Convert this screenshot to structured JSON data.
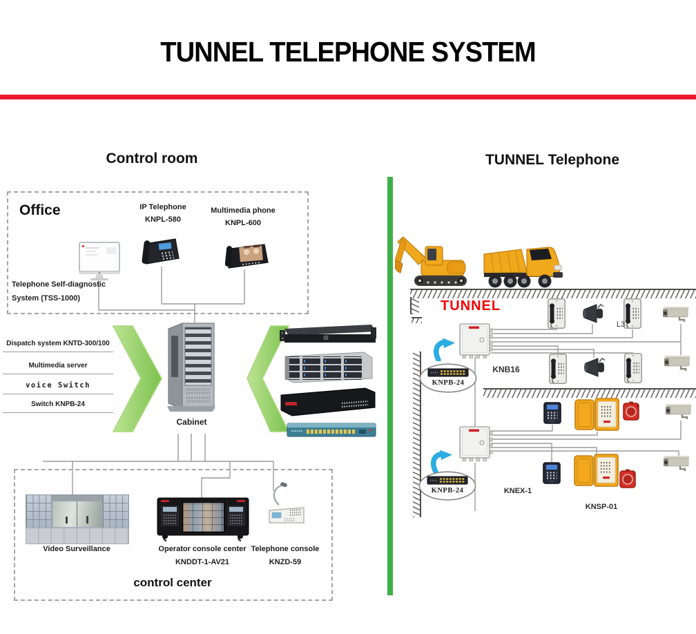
{
  "title": "TUNNEL TELEPHONE SYSTEM",
  "left": {
    "header": "Control room",
    "office": {
      "label": "Office",
      "ip_phone": {
        "name": "IP Telephone",
        "model": "KNPL-580"
      },
      "mm_phone": {
        "name": "Multimedia phone",
        "model": "KNPL-600"
      },
      "tss": {
        "line1": "Telephone Self-diagnostic",
        "line2": "System (TSS-1000)"
      }
    },
    "rack_labels": [
      {
        "text": "Dispatch system KNTD-300/100"
      },
      {
        "text": "Multimedia server"
      },
      {
        "text": "voice Switch"
      },
      {
        "text": "Switch KNPB-24"
      }
    ],
    "cabinet_label": "Cabinet",
    "control_center": {
      "video_label": "Video Surveillance",
      "operator_label": "Operator console center",
      "operator_model": "KNDDT-1-AV21",
      "telephone_label": "Telephone console",
      "telephone_model": "KNZD-59",
      "title": "control center"
    }
  },
  "right": {
    "header": "TUNNEL Telephone",
    "tunnel_label": "TUNNEL",
    "labels": {
      "l3": "L3",
      "knb16": "KNB16",
      "knpb24_upper": "KNPB-24",
      "knpb24_lower": "KNPB-24",
      "knex1": "KNEX-1",
      "knsp01": "KNSP-01"
    }
  },
  "colors": {
    "accent_red_line": "#ea1b2d",
    "divider_green": "#3daf49",
    "chevron_green": "#8cc659",
    "tunnel_text_red": "#f40000",
    "vehicle_yellow": "#f0a81c",
    "arrow_blue": "#2bace3",
    "connector_gray": "#9a9a9a"
  },
  "icons": {
    "imac-monitor-icon": "desktop computer pictogram",
    "ip-phone-icon": "desk IP phone pictogram",
    "multimedia-phone-icon": "video phone pictogram",
    "server-cabinet-icon": "rack cabinet pictogram",
    "rack-server-icon": "1U/3U rack server pictograms",
    "network-switch-icon": "24-port switch pictogram",
    "video-wall-icon": "CCTV monitor wall pictogram",
    "operator-console-icon": "dispatch console pictogram",
    "telephone-console-icon": "gooseneck mic console pictogram",
    "excavator-icon": "yellow excavator pictogram",
    "dump-truck-icon": "yellow dump truck pictogram",
    "wall-telephone-icon": "weatherproof wall telephone pictogram",
    "horn-speaker-icon": "horn loudspeaker pictogram",
    "cctv-camera-icon": "bullet camera pictogram",
    "junction-box-icon": "wall junction box pictogram",
    "blue-arrow-icon": "curved callout arrow",
    "keypad-phone-icon": "vandal-proof keypad phone pictogram",
    "weatherproof-phone-icon": "orange tunnel telephone pictogram",
    "alarm-beacon-icon": "red alarm beacon pictogram",
    "green-chevron-icon": "large green angle arrows"
  }
}
